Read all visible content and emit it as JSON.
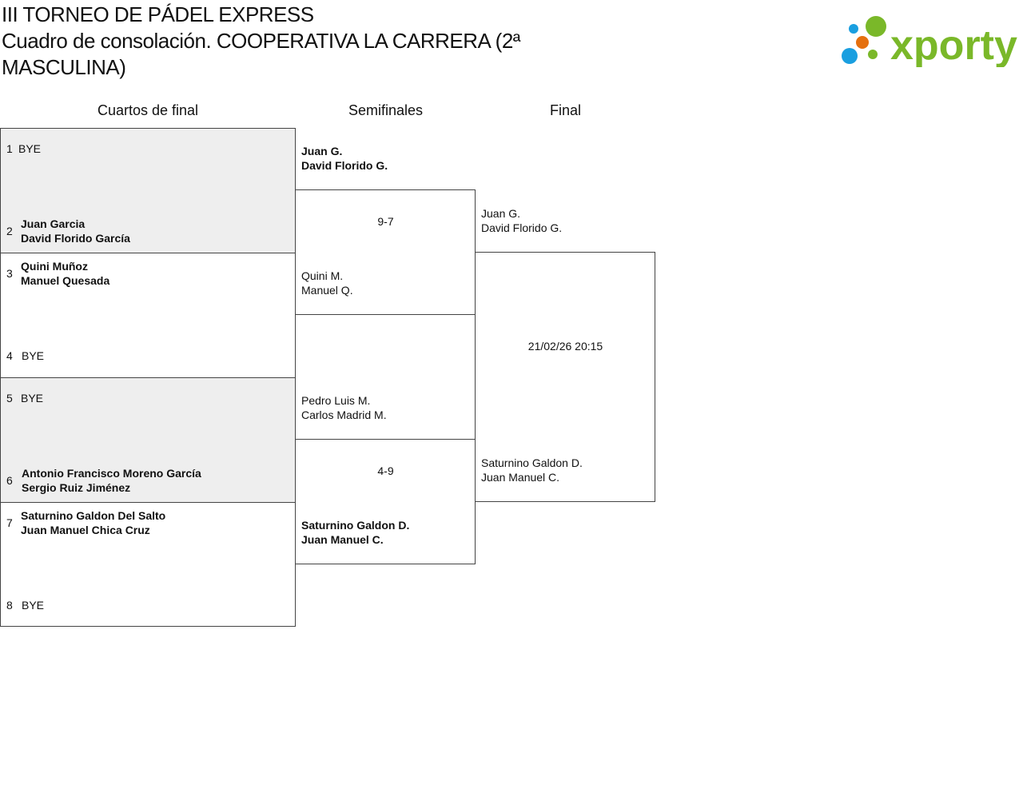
{
  "title": {
    "line1": "III TORNEO DE PÁDEL EXPRESS",
    "line2": "Cuadro de consolación. COOPERATIVA LA CARRERA (2ª MASCULINA)"
  },
  "logo": {
    "text": "xporty",
    "colors": {
      "green": "#7ab829",
      "blue": "#1a9fe0",
      "orange": "#e5700f"
    }
  },
  "rounds": [
    "Cuartos de final",
    "Semifinales",
    "Final"
  ],
  "quarterfinals": [
    {
      "seed": "1",
      "p1": "BYE",
      "p2": ""
    },
    {
      "seed": "2",
      "p1": "Juan Garcia",
      "p2": "David Florido García"
    },
    {
      "seed": "3",
      "p1": "Quini Muñoz",
      "p2": "Manuel Quesada"
    },
    {
      "seed": "4",
      "p1": "BYE",
      "p2": ""
    },
    {
      "seed": "5",
      "p1": "BYE",
      "p2": ""
    },
    {
      "seed": "6",
      "p1": "Antonio Francisco Moreno García",
      "p2": "Sergio Ruiz Jiménez"
    },
    {
      "seed": "7",
      "p1": "Saturnino Galdon Del Salto",
      "p2": "Juan Manuel Chica Cruz"
    },
    {
      "seed": "8",
      "p1": "BYE",
      "p2": ""
    }
  ],
  "semifinals": [
    {
      "top": {
        "p1": "Juan G.",
        "p2": "David Florido G."
      },
      "score": "9-7",
      "bottom": {
        "p1": "Quini M.",
        "p2": "Manuel Q."
      }
    },
    {
      "top": {
        "p1": "Pedro Luis M.",
        "p2": "Carlos Madrid M."
      },
      "score": "4-9",
      "bottom": {
        "p1": "Saturnino Galdon D.",
        "p2": "Juan Manuel C."
      }
    }
  ],
  "final": {
    "top": {
      "p1": "Juan G.",
      "p2": "David Florido G."
    },
    "date": "21/02/26 20:15",
    "bottom": {
      "p1": "Saturnino Galdon D.",
      "p2": "Juan Manuel C."
    }
  }
}
